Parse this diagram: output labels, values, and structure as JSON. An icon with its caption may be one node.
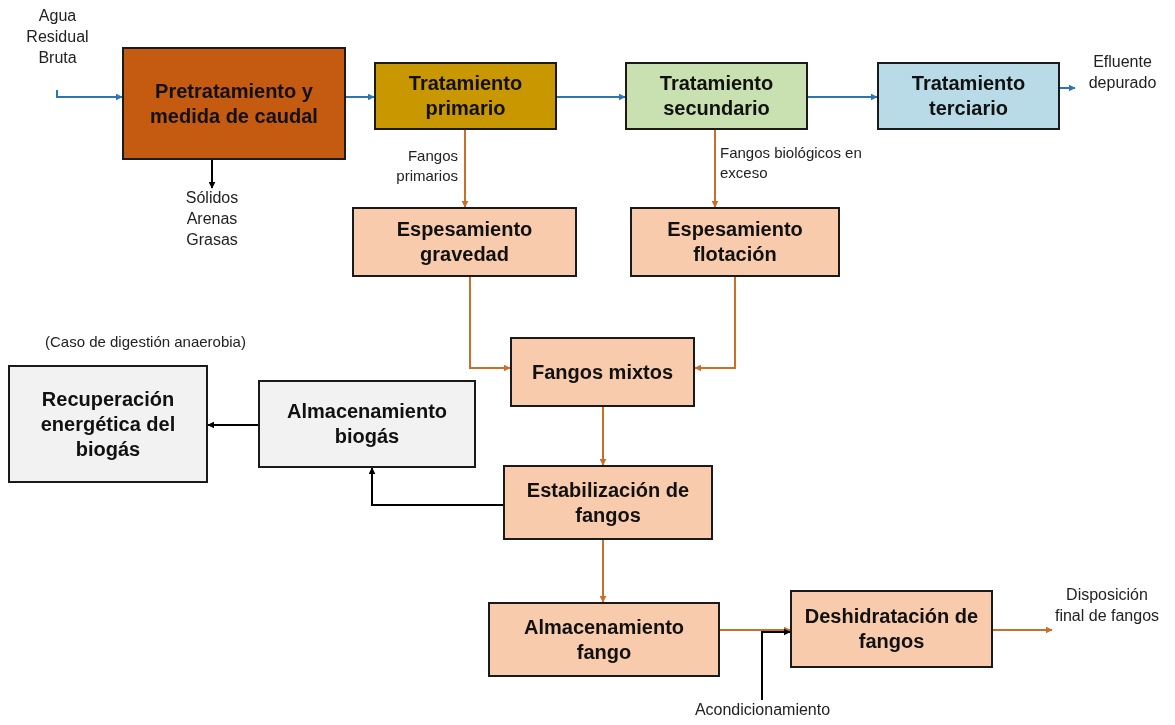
{
  "diagram": {
    "nodes": [
      {
        "text": [
          "Agua Residual Bruta"
        ]
      },
      {
        "text": [
          "Pretratamiento y medida de caudal"
        ]
      },
      {
        "text": [
          "Tratamiento primario"
        ]
      },
      {
        "text": [
          "Tratamiento secundario"
        ]
      },
      {
        "text": [
          "Tratamiento terciario"
        ]
      },
      {
        "text": [
          "Efluente depurado"
        ]
      },
      {
        "text": [
          "Sólidos Arenas Grasas"
        ]
      },
      {
        "text": [
          "Espesamiento gravedad"
        ]
      },
      {
        "text": [
          "Espesamiento flotación"
        ]
      },
      {
        "text": [
          "Fangos mixtos"
        ]
      },
      {
        "text": [
          "Recuperación energética del biogás"
        ]
      },
      {
        "text": [
          "Almacenamiento biogás"
        ]
      },
      {
        "text": [
          "Estabilización de fangos"
        ]
      },
      {
        "text": [
          "Almacenamiento fango"
        ]
      },
      {
        "text": [
          "Deshidratación de fangos"
        ]
      },
      {
        "text": [
          "Disposición final de fangos"
        ]
      },
      {
        "text": [
          "Acondicionamiento"
        ]
      }
    ],
    "edges": [
      {
        "from": 0,
        "to": 1,
        "arrow": "to",
        "color": "#2e75b6"
      },
      {
        "from": 1,
        "to": 2,
        "arrow": "to",
        "color": "#2e75b6"
      },
      {
        "from": 2,
        "to": 3,
        "arrow": "to",
        "color": "#2e75b6"
      },
      {
        "from": 3,
        "to": 4,
        "arrow": "to",
        "color": "#2e75b6"
      },
      {
        "from": 4,
        "to": 5,
        "arrow": "to",
        "color": "#2e75b6"
      },
      {
        "from": 1,
        "to": 6,
        "arrow": "to",
        "color": "#000000"
      },
      {
        "from": 2,
        "to": 7,
        "arrow": "to",
        "label": "Fangos primarios"
      },
      {
        "from": 3,
        "to": 8,
        "arrow": "to",
        "label": "Fangos biológicos en exceso"
      },
      {
        "from": 7,
        "to": 9,
        "arrow": "to"
      },
      {
        "from": 8,
        "to": 9,
        "arrow": "to"
      },
      {
        "from": 9,
        "to": 12,
        "arrow": "to"
      },
      {
        "from": 12,
        "to": 11,
        "arrow": "to",
        "color": "#000000"
      },
      {
        "from": 11,
        "to": 10,
        "arrow": "to",
        "color": "#000000"
      },
      {
        "from": 12,
        "to": 13,
        "arrow": "to"
      },
      {
        "from": 13,
        "to": 14,
        "arrow": "to"
      },
      {
        "from": 16,
        "to": 14,
        "arrow": "to",
        "color": "#000000"
      },
      {
        "from": 14,
        "to": 15,
        "arrow": "to"
      }
    ],
    "labels": [
      "(Caso de digestión anaerobia)"
    ]
  }
}
